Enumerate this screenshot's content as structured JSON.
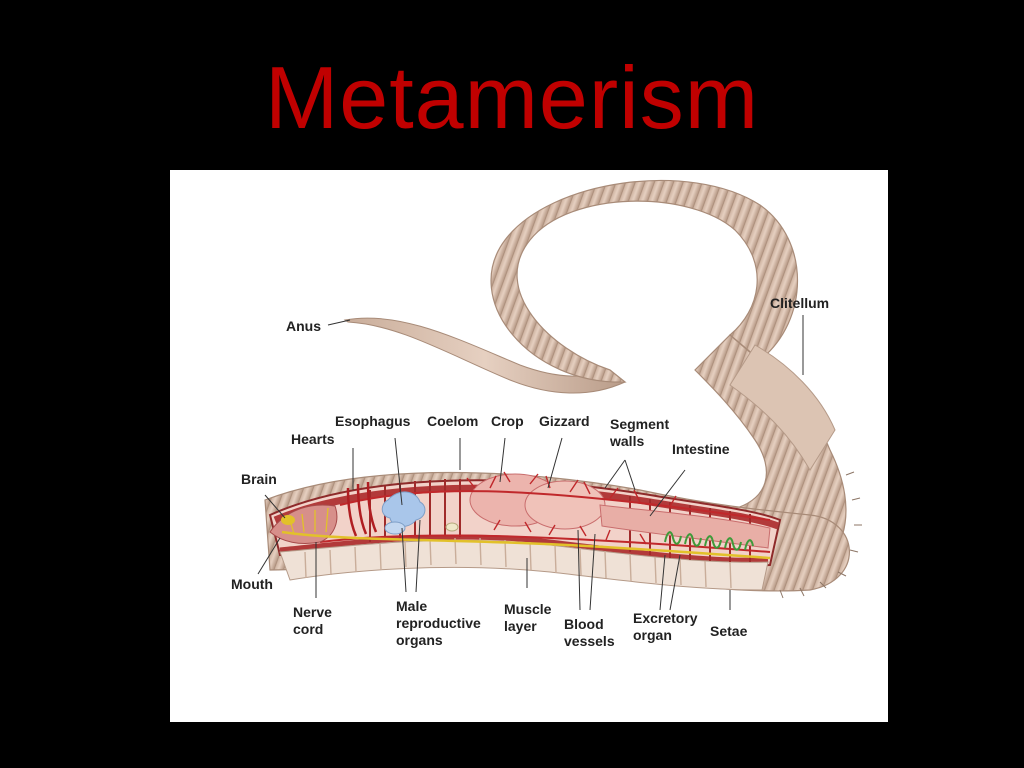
{
  "slide": {
    "title": "Metamerism",
    "background_color": "#000000",
    "title_color": "#c00000"
  },
  "diagram": {
    "labels": {
      "anus": "Anus",
      "clitellum": "Clitellum",
      "esophagus": "Esophagus",
      "coelom": "Coelom",
      "crop": "Crop",
      "gizzard": "Gizzard",
      "segment_walls": [
        "Segment",
        "walls"
      ],
      "hearts": "Hearts",
      "intestine": "Intestine",
      "brain": "Brain",
      "mouth": "Mouth",
      "nerve_cord": [
        "Nerve",
        "cord"
      ],
      "male_reproductive_organs": [
        "Male",
        "reproductive",
        "organs"
      ],
      "muscle_layer": [
        "Muscle",
        "layer"
      ],
      "blood_vessels": [
        "Blood",
        "vessels"
      ],
      "excretory_organ": [
        "Excretory",
        "organ"
      ],
      "setae": "Setae"
    },
    "colors": {
      "body_skin": "#d8bfae",
      "body_shadow": "#b59a88",
      "ring_line": "#a88b78",
      "muscle": "#b23a3a",
      "gut": "#e9b7ae",
      "blood_vessel": "#c0282b",
      "nerve": "#e2c12a",
      "reproductive": "#a9c6ea",
      "excretory": "#4fb04a"
    }
  }
}
